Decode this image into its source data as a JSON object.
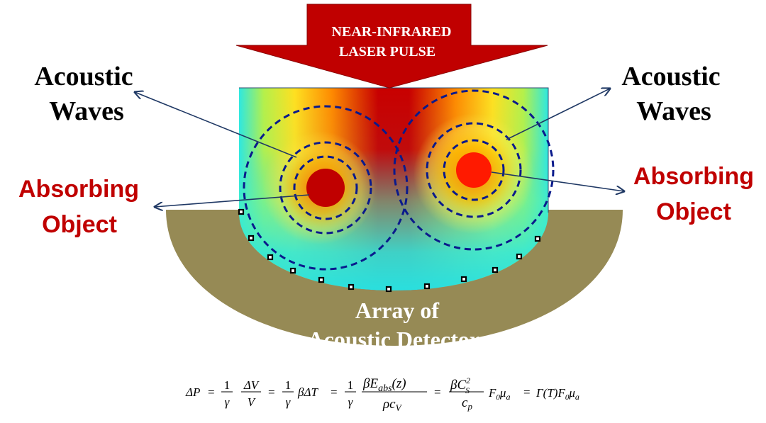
{
  "laser": {
    "line1": "NEAR-INFRARED",
    "line2": "LASER PULSE"
  },
  "labels": {
    "acoustic_waves_left": {
      "line1": "Acoustic",
      "line2": "Waves"
    },
    "acoustic_waves_right": {
      "line1": "Acoustic",
      "line2": "Waves"
    },
    "absorbing_object_left": {
      "line1": "Absorbing",
      "line2": "Object"
    },
    "absorbing_object_right": {
      "line1": "Absorbing",
      "line2": "Object"
    },
    "detector_array": {
      "line1": "Array of",
      "line2": "Acoustic Detectors"
    }
  },
  "equation": {
    "lhs": "ΔP",
    "t1_num": "1",
    "t1_den": "γ",
    "t2_num": "ΔV",
    "t2_den": "V",
    "t3_num": "1",
    "t3_den": "γ",
    "t3_tail": "βΔT",
    "t4_num": "1",
    "t4_den": "γ",
    "t5_num": "βE",
    "t5_num_sub": "abs",
    "t5_num_tail": "(z)",
    "t5_den": "ρc",
    "t5_den_sub": "V",
    "t6_num": "βC",
    "t6_num_sup": "2",
    "t6_num_sub": "S",
    "t6_den": "c",
    "t6_den_sub": "p",
    "t6_tail_a": "F",
    "t6_tail_a_sub": "0",
    "t6_tail_b": "μ",
    "t6_tail_b_sub": "a",
    "t7": "Γ(T)F",
    "t7_sub": "0",
    "t7_tail": "μ",
    "t7_tail_sub": "a",
    "eq_sign": "="
  },
  "colors": {
    "laser_arrow": "#c00000",
    "laser_text": "#ffffff",
    "label_black": "#000000",
    "label_red": "#c00000",
    "detector_bowl": "#968a55",
    "wavefront": "#0a1a8c",
    "pointer_line": "#1f3864"
  }
}
